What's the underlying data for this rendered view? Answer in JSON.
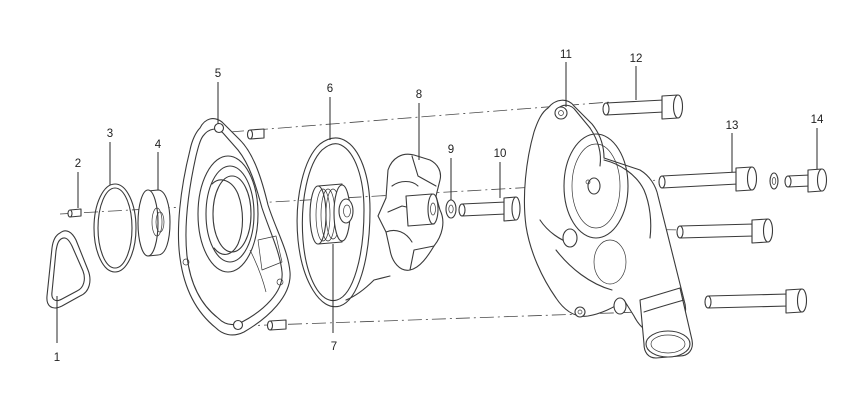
{
  "diagram": {
    "parts": [
      {
        "id": "part-1",
        "label": "1"
      },
      {
        "id": "part-2",
        "label": "2"
      },
      {
        "id": "part-3",
        "label": "3"
      },
      {
        "id": "part-4",
        "label": "4"
      },
      {
        "id": "part-5",
        "label": "5"
      },
      {
        "id": "part-6",
        "label": "6"
      },
      {
        "id": "part-7",
        "label": "7"
      },
      {
        "id": "part-8",
        "label": "8"
      },
      {
        "id": "part-9",
        "label": "9"
      },
      {
        "id": "part-10",
        "label": "10"
      },
      {
        "id": "part-11",
        "label": "11"
      },
      {
        "id": "part-12",
        "label": "12"
      },
      {
        "id": "part-13",
        "label": "13"
      },
      {
        "id": "part-14",
        "label": "14"
      }
    ],
    "colors": {
      "line": "#3a3a3a",
      "background": "#ffffff",
      "text": "#222222"
    }
  }
}
